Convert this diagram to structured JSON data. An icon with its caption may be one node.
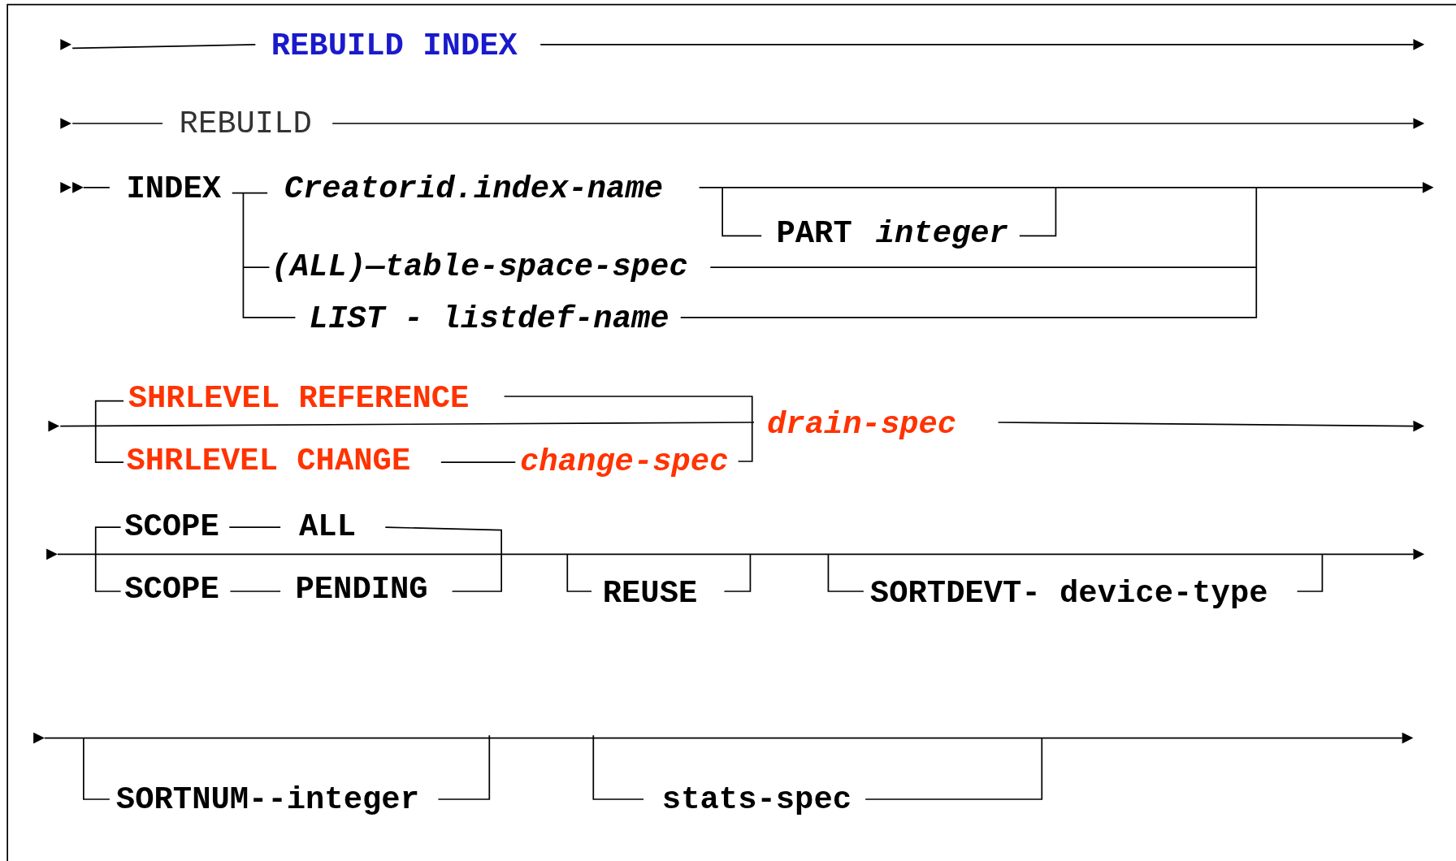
{
  "diagram": {
    "labels": [
      "REBUILD INDEX",
      "REBUILD",
      "INDEX",
      "Creatorid.index-name",
      "PART",
      "integer",
      "(ALL)—table-space-spec",
      "LIST - listdef-name",
      "SHRLEVEL REFERENCE",
      "drain-spec",
      "SHRLEVEL CHANGE",
      "change-spec",
      "SCOPE",
      "ALL",
      "SCOPE",
      "PENDING",
      "REUSE",
      "SORTDEVT- device-type",
      "SORTNUM--integer",
      "stats-spec"
    ]
  }
}
